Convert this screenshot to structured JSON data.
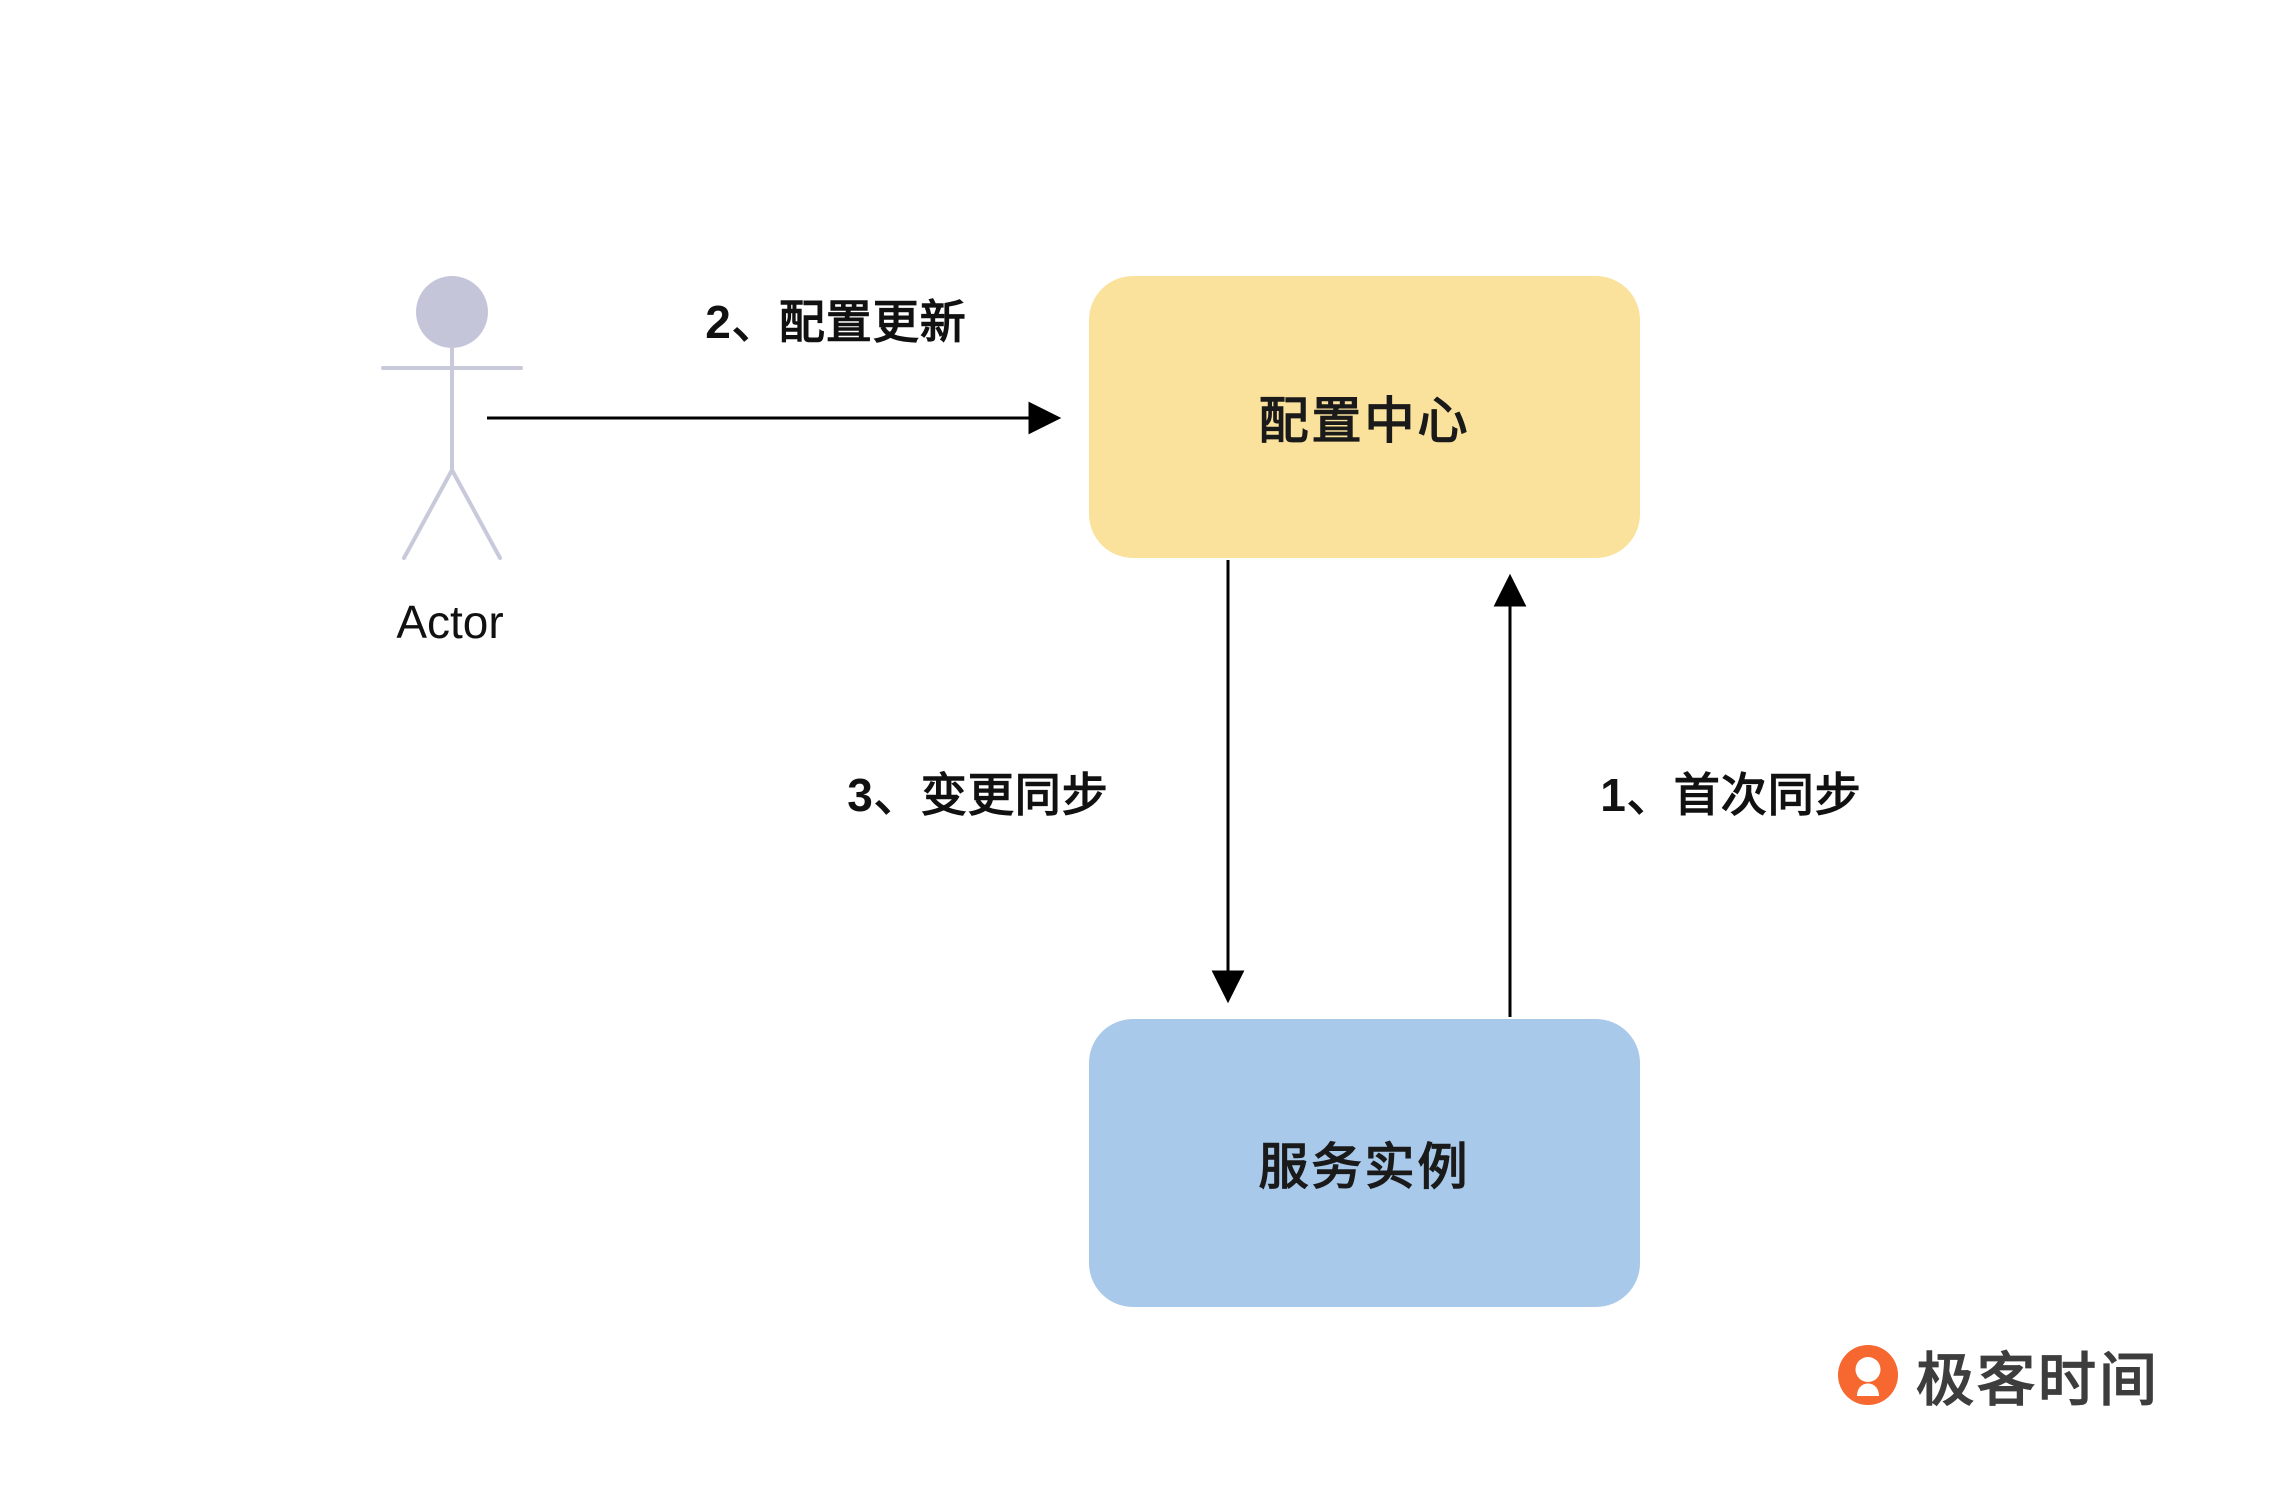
{
  "diagram": {
    "actor": {
      "label": "Actor"
    },
    "nodes": {
      "config_center": {
        "label": "配置中心",
        "fill": "#FAE29C"
      },
      "service_instance": {
        "label": "服务实例",
        "fill": "#A9C9EA"
      }
    },
    "edges": {
      "config_update": {
        "label": "2、配置更新"
      },
      "change_sync": {
        "label": "3、变更同步"
      },
      "first_sync": {
        "label": "1、首次同步"
      }
    },
    "branding": {
      "text": "极客时间",
      "color": "#F6682F"
    }
  },
  "colors": {
    "background": "#FFFFFF",
    "arrow": "#000000",
    "actor_figure_stroke": "#C9C9DC",
    "actor_head_fill": "#C5C5D9",
    "label_text": "#111111",
    "brand_text": "#3D3D3D"
  }
}
